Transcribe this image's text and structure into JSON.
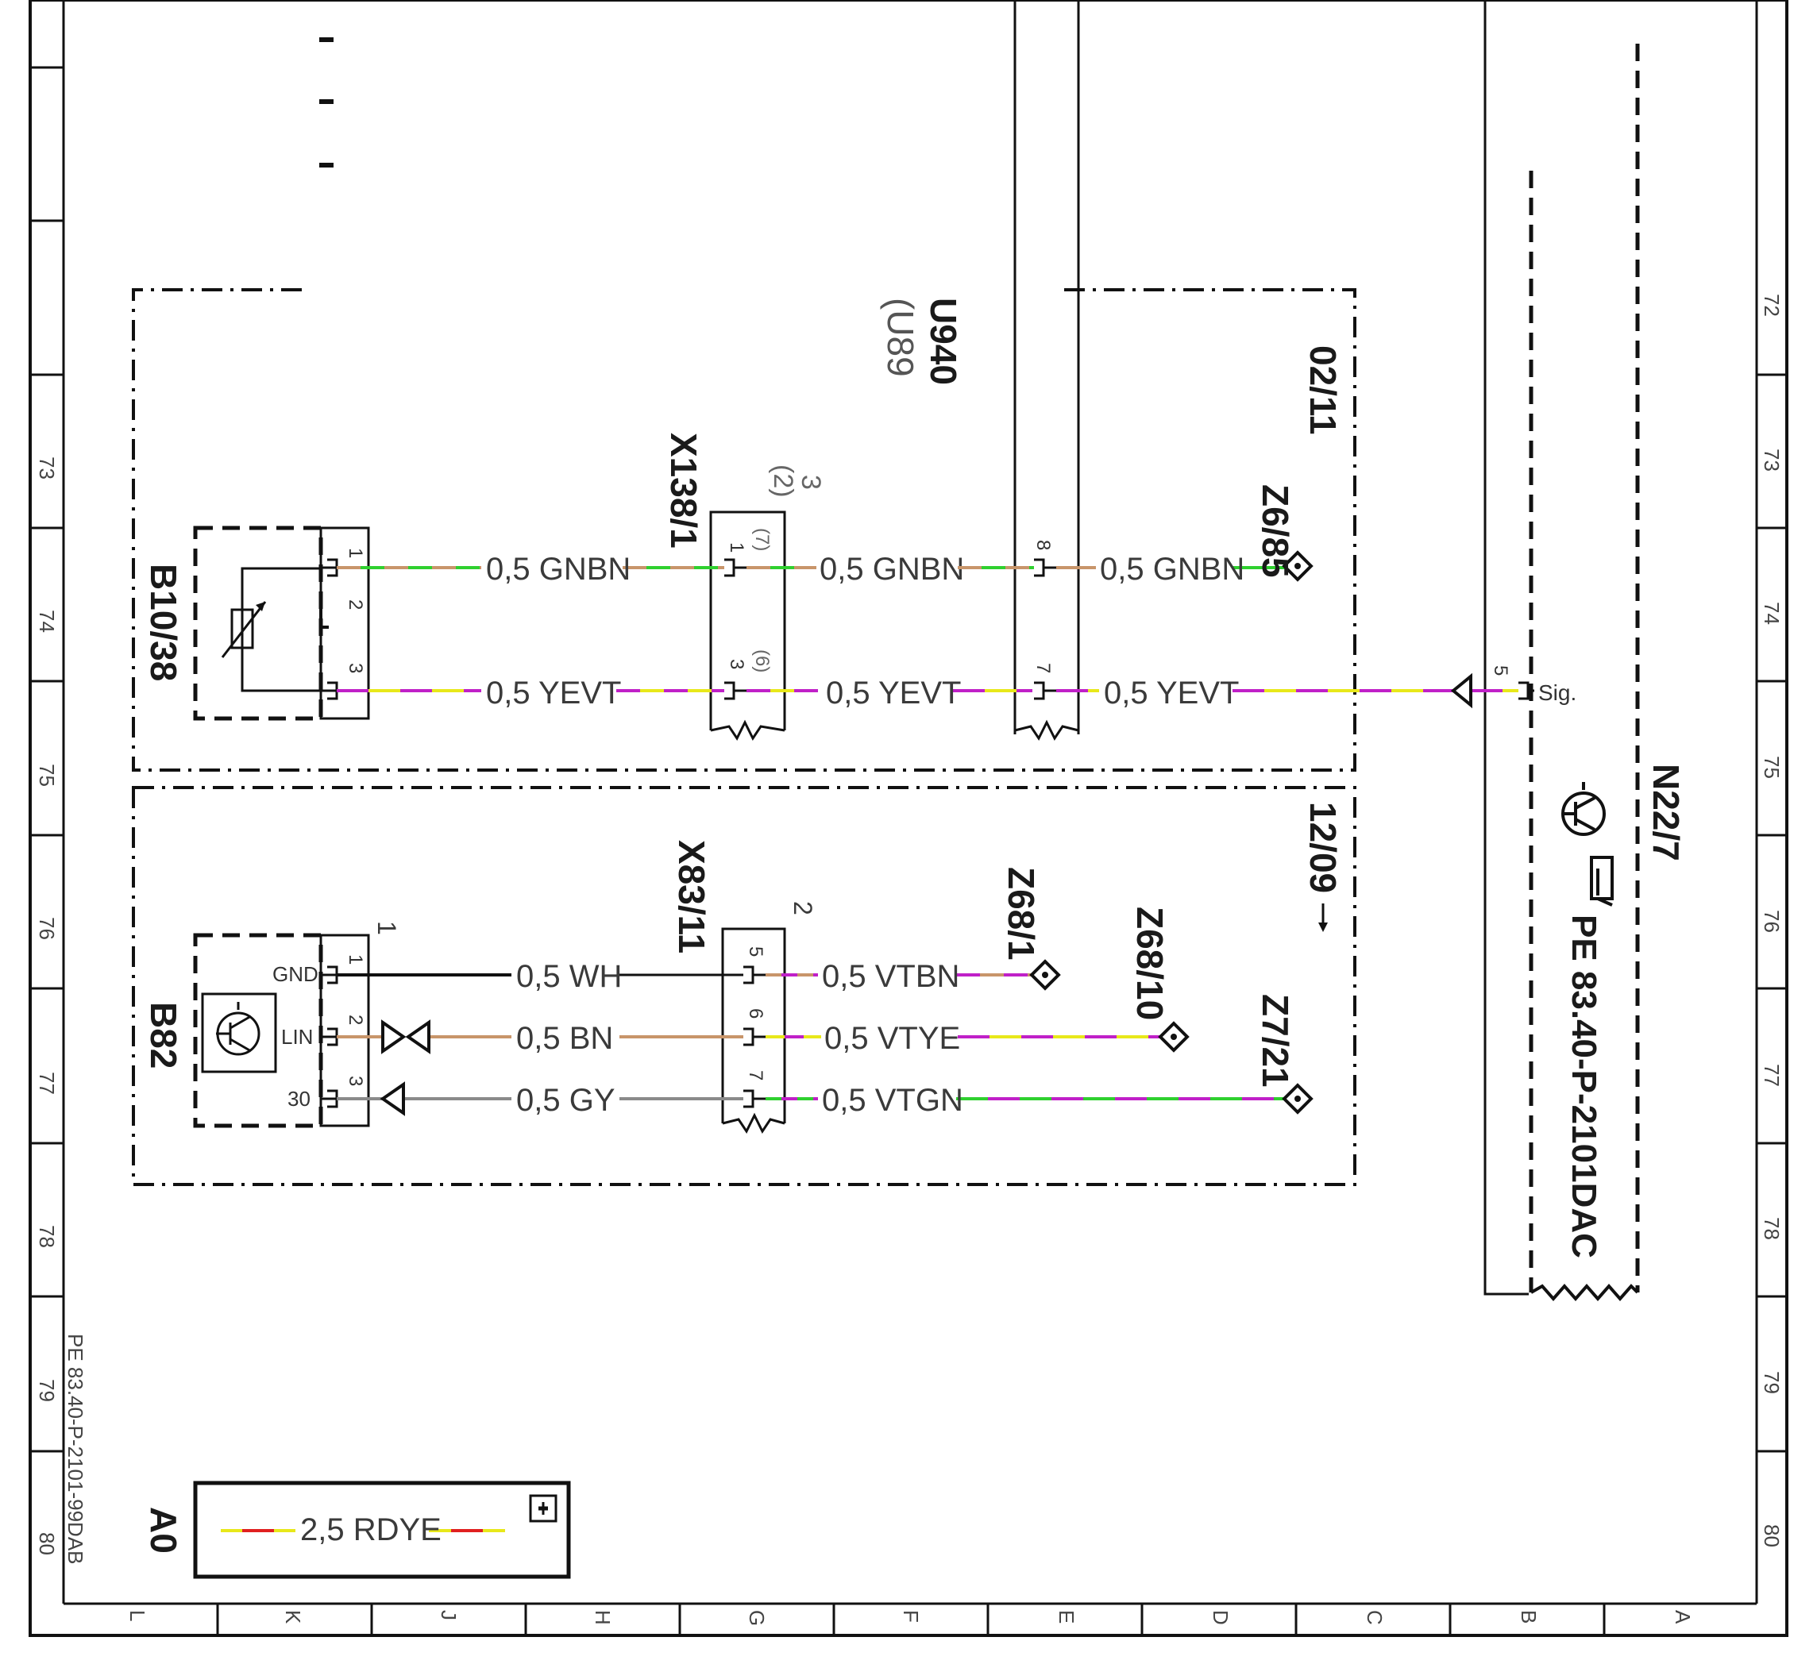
{
  "grid": {
    "rows": [
      "73",
      "74",
      "75",
      "76",
      "77",
      "78",
      "79",
      "80"
    ],
    "right_rows": [
      "72",
      "73",
      "74",
      "75",
      "76",
      "77",
      "78",
      "79",
      "80"
    ],
    "columns": [
      "L",
      "K",
      "J",
      "H",
      "G",
      "F",
      "E",
      "D",
      "C",
      "B",
      "A"
    ]
  },
  "document_ref": "PE 83.40-P-2101-99DAB",
  "upper_zone": {
    "date_code": "02/11",
    "variant_codes": [
      "U940",
      "(U89"
    ],
    "component": "B10/38",
    "component_pins": [
      "1",
      "2",
      "3"
    ],
    "connector": "X138/1",
    "connector_pins": [
      "1",
      "(7)",
      "3",
      "(6)",
      "3",
      "(2)"
    ],
    "splice_pins": [
      "8",
      "7"
    ],
    "ground_point": "Z6/85",
    "wires": [
      {
        "label": "0,5 GNBN",
        "colors": [
          "#2fd02f",
          "#c8956a"
        ]
      },
      {
        "label": "0,5 GNBN",
        "colors": [
          "#2fd02f",
          "#c8956a"
        ]
      },
      {
        "label": "0,5 GNBN",
        "colors": [
          "#2fd02f",
          "#c8956a"
        ]
      },
      {
        "label": "0,5 YEVT",
        "colors": [
          "#e8e81a",
          "#c020c8"
        ]
      },
      {
        "label": "0,5 YEVT",
        "colors": [
          "#e8e81a",
          "#c020c8"
        ]
      },
      {
        "label": "0,5 YEVT",
        "colors": [
          "#e8e81a",
          "#c020c8"
        ]
      }
    ]
  },
  "lower_zone": {
    "date_code": "12/09",
    "component": "B82",
    "component_index": "1",
    "pin_names": [
      "GND",
      "LIN",
      "30"
    ],
    "pin_numbers": [
      "1",
      "2",
      "3"
    ],
    "connector": "X83/11",
    "connector_index": "2",
    "connector_pins": [
      "5",
      "6",
      "7"
    ],
    "ground_points": [
      "Z68/1",
      "Z68/10",
      "Z7/21"
    ],
    "wires": [
      {
        "label": "0,5 WH",
        "colors": [
          "#111111"
        ]
      },
      {
        "label": "0,5 BN",
        "colors": [
          "#c8956a"
        ]
      },
      {
        "label": "0,5 GY",
        "colors": [
          "#8a8a8a"
        ]
      },
      {
        "label": "0,5 VTBN",
        "colors": [
          "#c020c8",
          "#c8956a"
        ]
      },
      {
        "label": "0,5 VTYE",
        "colors": [
          "#c020c8",
          "#e8e81a"
        ]
      },
      {
        "label": "0,5 VTGN",
        "colors": [
          "#c020c8",
          "#2fd02f"
        ]
      }
    ]
  },
  "module": {
    "name": "N22/7",
    "pin": "5",
    "signal": "Sig.",
    "reference": "PE 83.40-P-2101DAC"
  },
  "legend": {
    "title": "A0",
    "wire_label": "2,5 RDYE",
    "colors": [
      "#e02020",
      "#e8e81a"
    ]
  }
}
